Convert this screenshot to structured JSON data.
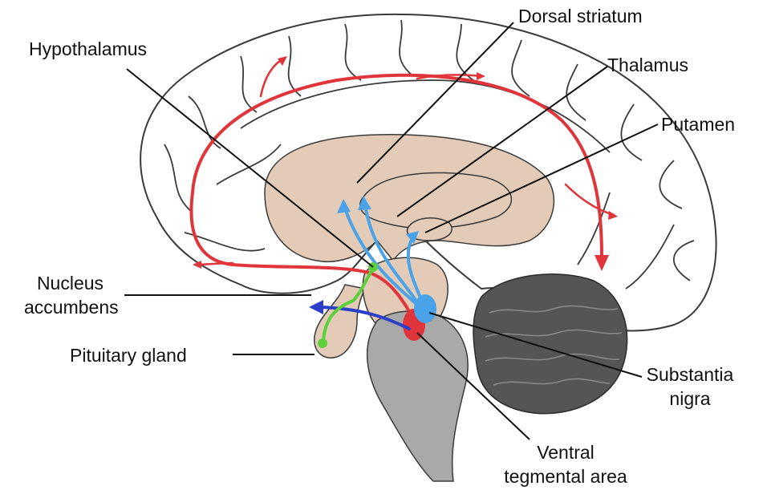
{
  "labels": {
    "hypothalamus": "Hypothalamus",
    "dorsal_striatum": "Dorsal striatum",
    "thalamus": "Thalamus",
    "putamen": "Putamen",
    "nucleus_accumbens_line1": "Nucleus",
    "nucleus_accumbens_line2": "accumbens",
    "pituitary_gland": "Pituitary gland",
    "substantia_nigra_line1": "Substantia",
    "substantia_nigra_line2": "nigra",
    "ventral_tegmental_line1": "Ventral",
    "ventral_tegmental_line2": "tegmental area"
  },
  "colors": {
    "cortex_outline": "#3a3a3a",
    "deep_structures": "#e3cbb8",
    "brainstem": "#a9a9a9",
    "cerebellum": "#555555",
    "mesocortical_pathway": "#e0353b",
    "nigrostriatal_pathway": "#4aa3e8",
    "mesolimbic_pathway": "#2b3fc8",
    "tuberoinfundibular_pathway": "#5ccf3a"
  }
}
